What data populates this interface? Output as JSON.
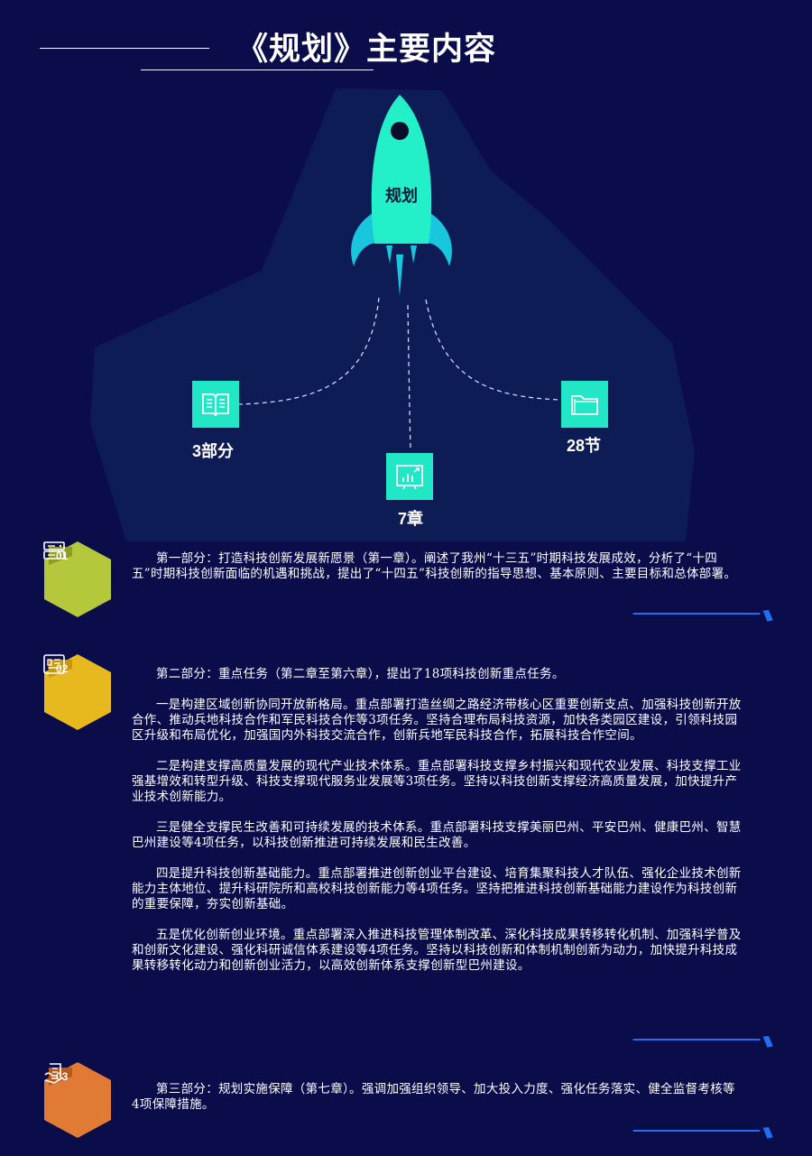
{
  "page": {
    "title": "《规划》主要内容"
  },
  "colors": {
    "background": "#0b0c4a",
    "accent_cyan": "#22e7c6",
    "hex_01": "#b5c73a",
    "hex_02": "#e8b91e",
    "hex_03": "#e07a34",
    "divider_blue": "#1f6ff0"
  },
  "rocket": {
    "label": "规划",
    "icon": "rocket-icon"
  },
  "nodes": [
    {
      "label": "3部分",
      "icon": "book-icon"
    },
    {
      "label": "7章",
      "icon": "chart-board-icon"
    },
    {
      "label": "28节",
      "icon": "folder-icon"
    }
  ],
  "sections": [
    {
      "number": "01",
      "icon": "server-icon",
      "paragraphs": [
        "第一部分：打造科技创新发展新愿景（第一章）。阐述了我州“十三五”时期科技发展成效，分析了“十四五”时期科技创新面临的机遇和挑战，提出了“十四五”科技创新的指导思想、基本原则、主要目标和总体部署。"
      ]
    },
    {
      "number": "02",
      "icon": "document-icon",
      "paragraphs": [
        "第二部分：重点任务（第二章至第六章），提出了18项科技创新重点任务。",
        "一是构建区域创新协同开放新格局。重点部署打造丝绸之路经济带核心区重要创新支点、加强科技创新开放合作、推动兵地科技合作和军民科技合作等3项任务。坚持合理布局科技资源，加快各类园区建设，引领科技园区升级和布局优化，加强国内外科技交流合作，创新兵地军民科技合作，拓展科技合作空间。",
        "二是构建支撑高质量发展的现代产业技术体系。重点部署科技支撑乡村振兴和现代农业发展、科技支撑工业强基增效和转型升级、科技支撑现代服务业发展等3项任务。坚持以科技创新支撑经济高质量发展，加快提升产业技术创新能力。",
        "三是健全支撑民生改善和可持续发展的技术体系。重点部署科技支撑美丽巴州、平安巴州、健康巴州、智慧巴州建设等4项任务，以科技创新推进可持续发展和民生改善。",
        "四是提升科技创新基础能力。重点部署推进创新创业平台建设、培育集聚科技人才队伍、强化企业技术创新能力主体地位、提升科研院所和高校科技创新能力等4项任务。坚持把推进科技创新基础能力建设作为科技创新的重要保障，夯实创新基础。",
        "五是优化创新创业环境。重点部署深入推进科技管理体制改革、深化科技成果转移转化机制、加强科学普及和创新文化建设、强化科研诚信体系建设等4项任务。坚持以科技创新和体制机制创新为动力，加快提升科技成果转移转化动力和创新创业活力，以高效创新体系支撑创新型巴州建设。"
      ]
    },
    {
      "number": "03",
      "icon": "hand-scroll-icon",
      "paragraphs": [
        "第三部分：规划实施保障（第七章）。强调加强组织领导、加大投入力度、强化任务落实、健全监督考核等4项保障措施。"
      ]
    }
  ]
}
